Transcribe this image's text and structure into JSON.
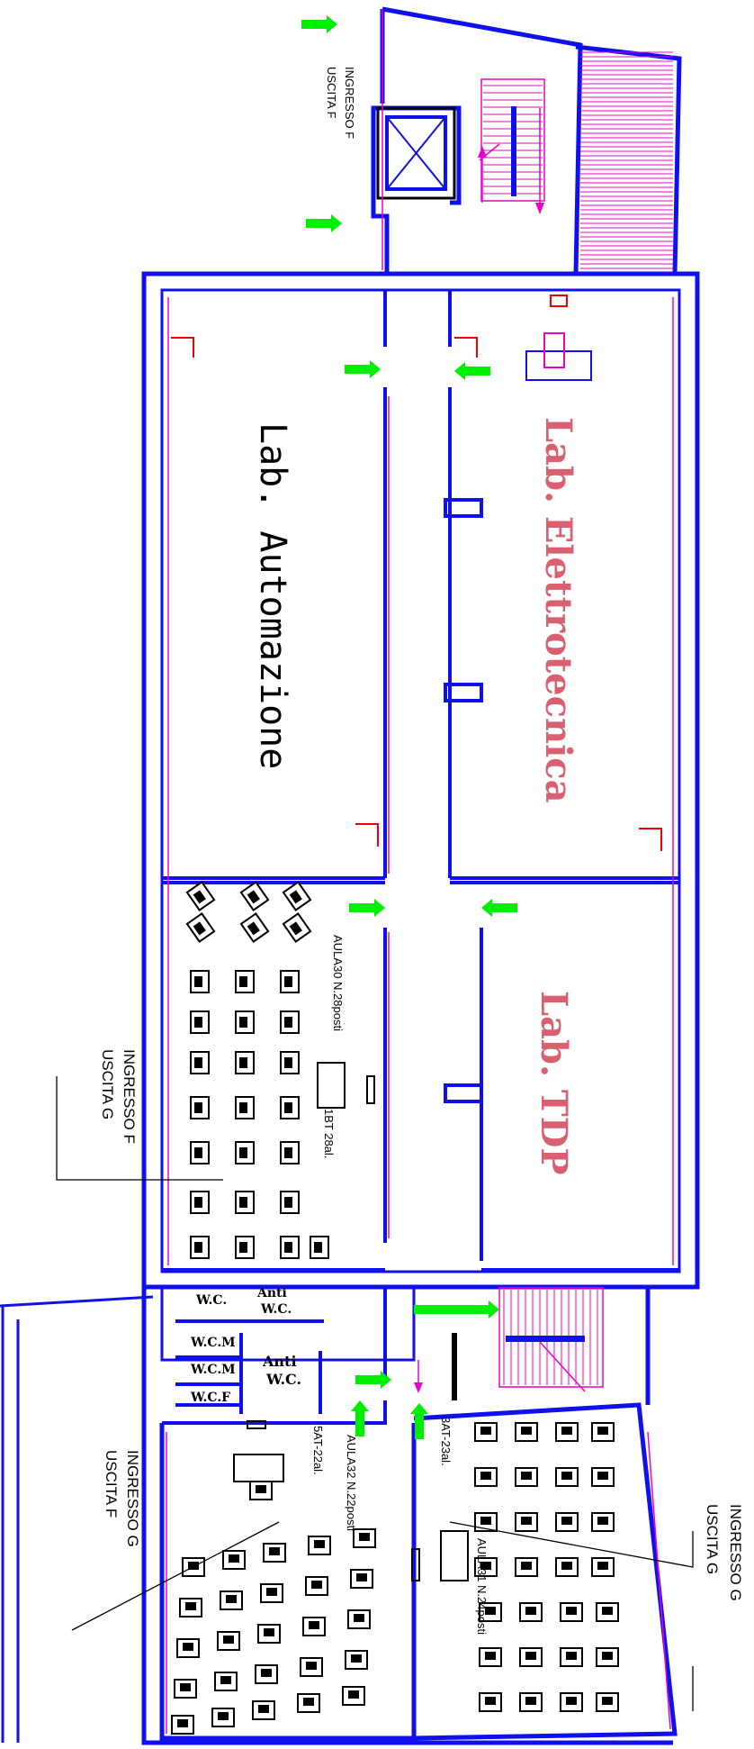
{
  "colors": {
    "wall": "#1010ee",
    "accent": "#ee00cc",
    "arrow": "#00ee00",
    "red_label": "#d86070",
    "mark": "#ee0000"
  },
  "rooms": {
    "lab_automazione": "Lab. Automazione",
    "lab_elettrotecnica": "Lab. Elettrotecnica",
    "lab_tdp": "Lab. TDP"
  },
  "aulas": {
    "aula30": "AULA30 N.28posti",
    "aula30_class": "1BT 28al.",
    "aula32": "AULA32 N.22posti",
    "aula32_class": "5AT-22al.",
    "aula31": "AULA31 N.24posti",
    "aula31_class": "3AT-23al."
  },
  "wc": {
    "wc": "W.C.",
    "anti_top": "Anti",
    "anti_top2": "W.C.",
    "wcm1": "W.C.M",
    "wcm2": "W.C.M",
    "wcf": "W.C.F",
    "anti_bottom": "Anti",
    "anti_bottom2": "W.C."
  },
  "exits": {
    "top_line1": "INGRESSO F",
    "top_line2": "USCITA F",
    "mid_line1": "INGRESSO F",
    "mid_line2": "USCITA G",
    "bl_line1": "INGRESSO G",
    "bl_line2": "USCITA F",
    "br_line1": "INGRESSO G",
    "br_line2": "USCITA G"
  }
}
